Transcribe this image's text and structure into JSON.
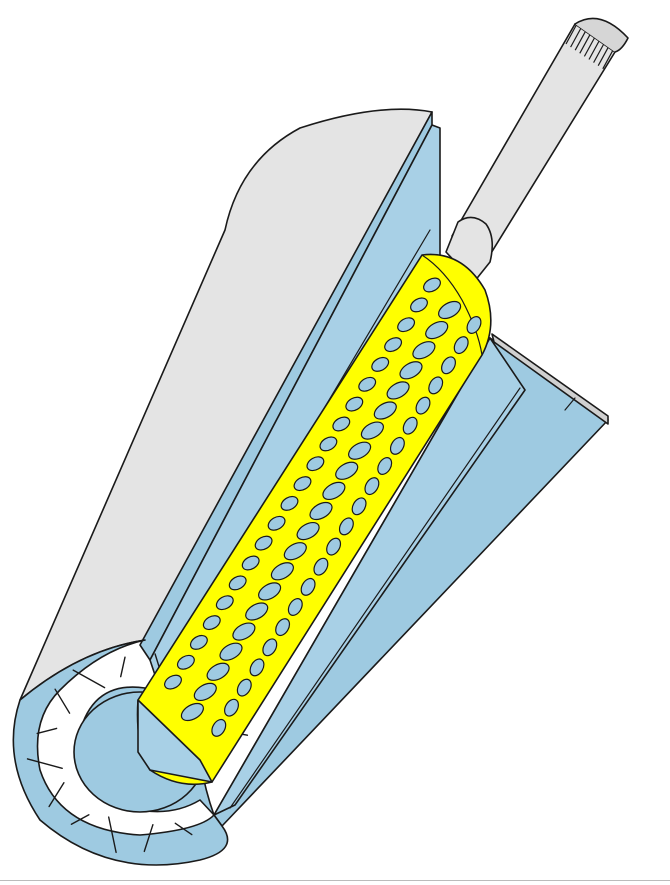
{
  "diagram": {
    "kind": "cutaway-illustration",
    "subject": "perforated-tube-inside-cylindrical-housing",
    "colors": {
      "housing_outer": "#e4e4e4",
      "insulation": "#9ecae1",
      "perforated_tube": "#ffff00",
      "perforation_holes": "#9ecae1",
      "shaft": "#e4e4e4",
      "outline": "#1a1a1a",
      "background": "#ffffff"
    },
    "perforation_rows": 3,
    "perforation_holes_per_row": 21,
    "fiber_marks": 14
  }
}
